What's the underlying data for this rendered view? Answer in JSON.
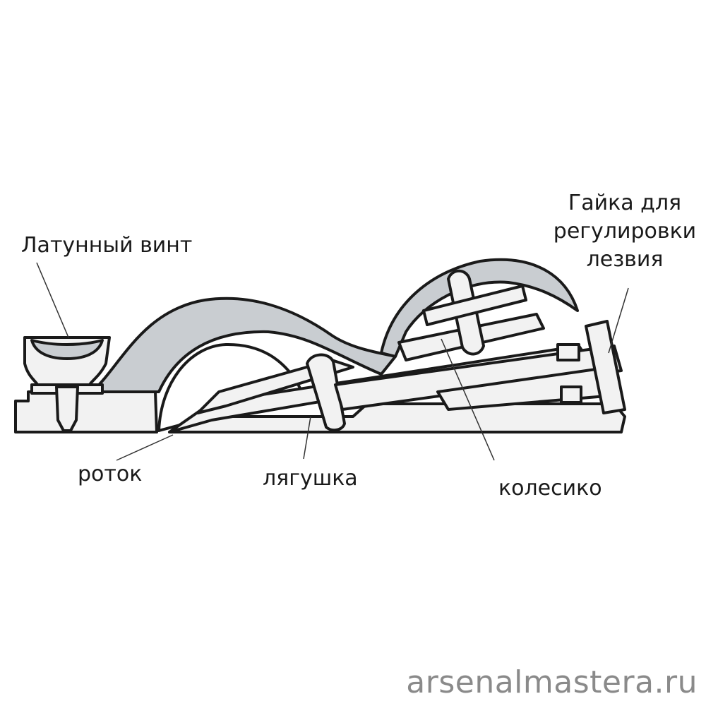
{
  "labels": {
    "brass_screw": "Латунный  винт",
    "adjust_nut_line1": "Гайка для",
    "adjust_nut_line2": "регулировки",
    "adjust_nut_line3": "лезвия",
    "mouth": "роток",
    "frog": "лягушка",
    "wheel": "колесико"
  },
  "watermark": "arsenalmastera.ru",
  "colors": {
    "outline": "#1a1a1a",
    "metal_fill": "#f2f2f2",
    "shaded_fill": "#c9cdd1",
    "leader": "#333333",
    "watermark": "#8a8a8a"
  }
}
